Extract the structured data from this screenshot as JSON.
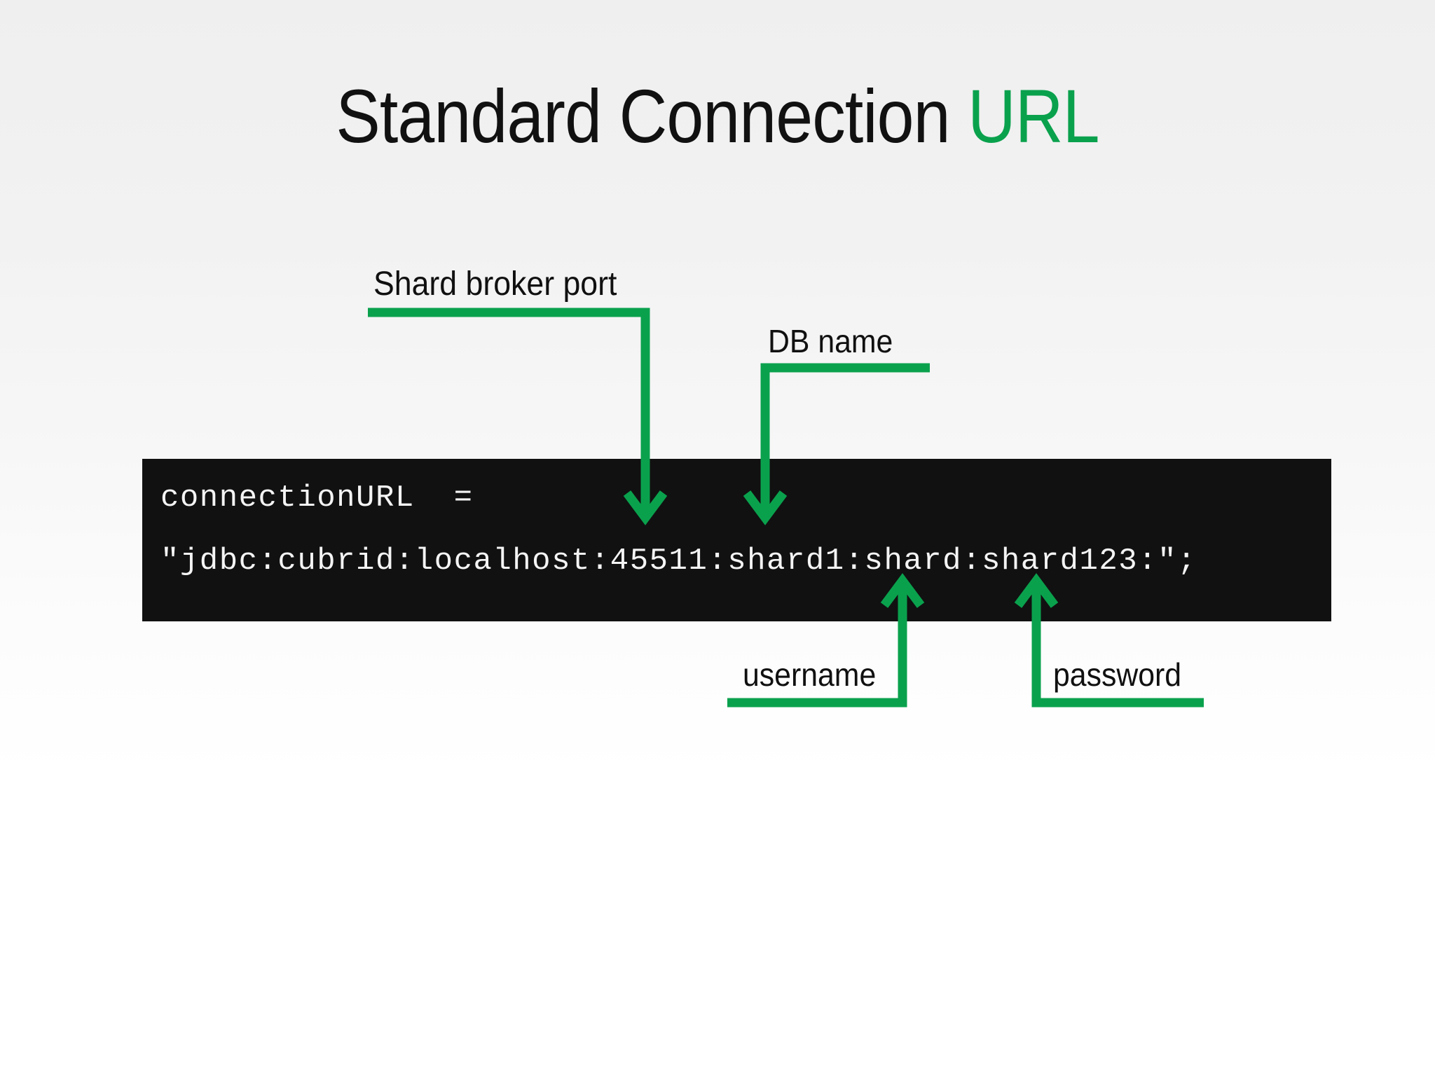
{
  "slide": {
    "title_main": "Standard Connection ",
    "title_accent": "URL",
    "background_top": "#efefef",
    "background_bottom": "#ffffff"
  },
  "colors": {
    "accent_green": "#0aa14d",
    "code_background": "#111111",
    "code_text": "#f4f4f4",
    "text": "#101010"
  },
  "code": {
    "line_1": "connectionURL  =",
    "line_2": "\"jdbc:cubrid:localhost:45511:shard1:shard:shard123:\";"
  },
  "annotations": [
    {
      "id": "shard-broker-port",
      "label": "Shard broker port",
      "target": "45511",
      "direction": "down"
    },
    {
      "id": "db-name",
      "label": "DB name",
      "target": "shard1",
      "direction": "down"
    },
    {
      "id": "username",
      "label": "username",
      "target": "shard",
      "direction": "up"
    },
    {
      "id": "password",
      "label": "password",
      "target": "shard123",
      "direction": "up"
    }
  ]
}
